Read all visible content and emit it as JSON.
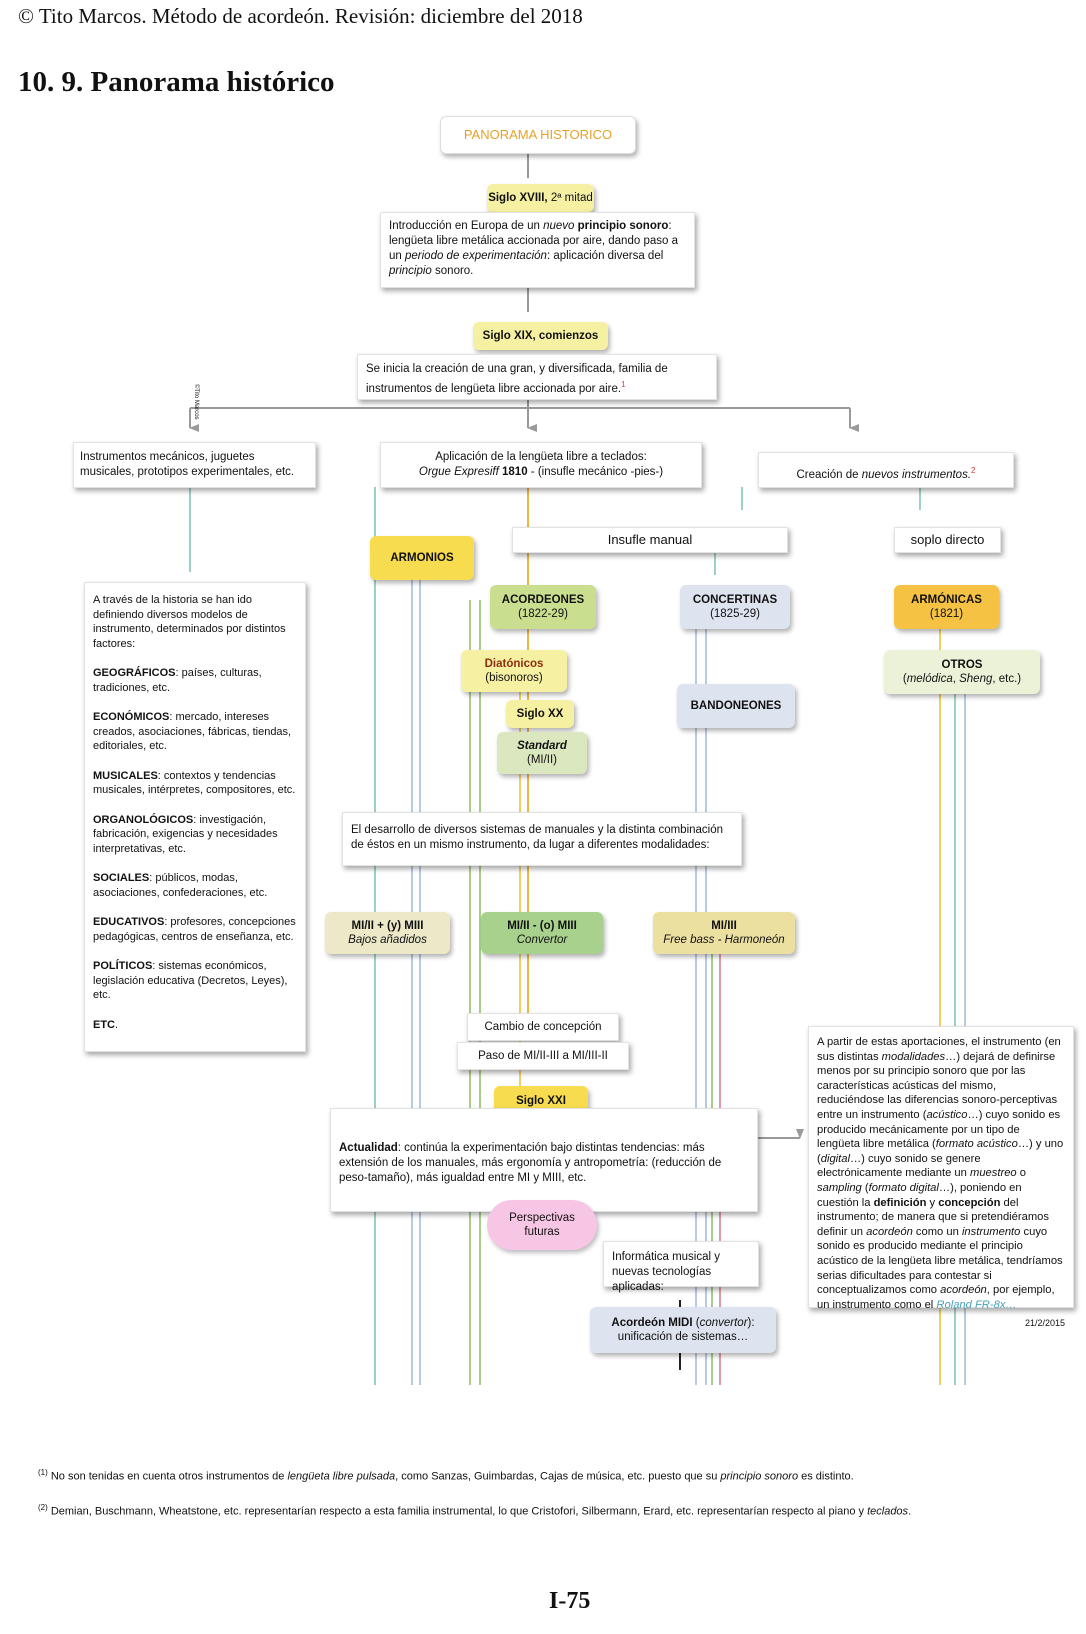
{
  "header": "© Tito Marcos. Método de acordeón. Revisión: diciembre del 2018",
  "title": "10. 9. Panorama histórico",
  "diagram": {
    "root": "PANORAMA HISTORICO",
    "s18": {
      "label_bold": "Siglo XVIII,",
      "label_rest": " 2ª mitad"
    },
    "intro": {
      "t1": "Introducción en Europa de un ",
      "t2": "nuevo",
      "t3": " ",
      "t4": "principio sonoro",
      "t5": ": lengüeta libre metálica accionada por aire, dando paso a un ",
      "t6": "periodo de experimentación",
      "t7": ": aplicación diversa del ",
      "t8": "principio",
      "t9": " sonoro."
    },
    "s19": "Siglo XIX, comienzos",
    "s19text": {
      "text": "Se inicia la creación de una gran, y diversificada, familia de instrumentos de lengüeta libre accionada por aire.",
      "note": "1"
    },
    "mecanicos": "Instrumentos mecánicos, juguetes musicales, prototipos experimentales, etc.",
    "teclados": {
      "line1": "Aplicación de la lengüeta libre a teclados:",
      "orgue": "Orgue Expresiff",
      "year": " 1810",
      "rest": " - (insufle mecánico -pies-)"
    },
    "nuevos": {
      "t1": "Creación de ",
      "t2": "nuevos instrumentos.",
      "note": "2"
    },
    "armonios": "ARMONIOS",
    "insufle": "Insufle manual",
    "soplo": "soplo directo",
    "acordeones": {
      "name": "ACORDEONES",
      "year": "(1822-29)"
    },
    "concertinas": {
      "name": "CONCERTINAS",
      "year": "(1825-29)"
    },
    "armonicas": {
      "name": "ARMÓNICAS",
      "year": "(1821)"
    },
    "diatonicos": {
      "name": "Diatónicos",
      "sub": "(bisonoros)"
    },
    "otros": {
      "name": "OTROS",
      "p1": "(",
      "p2": "melódica",
      "p3": ", ",
      "p4": "Sheng",
      "p5": ", etc.)"
    },
    "bandoneones": "BANDONEONES",
    "sigloxx": "Siglo XX",
    "standard": {
      "name": "Standard",
      "sub": "(MI/II)"
    },
    "factores": {
      "intro": "A través de la historia se han ido definiendo diversos modelos de instrumento, determinados por distintos factores:",
      "items": [
        {
          "k": "GEOGRÁFICOS",
          "v": ": países, culturas, tradiciones, etc."
        },
        {
          "k": "ECONÓMICOS",
          "v": ": mercado, intereses creados, asociaciones, fábricas, tiendas, editoriales, etc."
        },
        {
          "k": "MUSICALES",
          "v": ": contextos y tendencias musicales, intérpretes, compositores, etc."
        },
        {
          "k": "ORGANOLÓGICOS",
          "v": ": investigación, fabricación, exigencias y necesidades interpretativas, etc."
        },
        {
          "k": "SOCIALES",
          "v": ": públicos, modas, asociaciones, confederaciones, etc."
        },
        {
          "k": "EDUCATIVOS",
          "v": ": profesores, concepciones pedagógicas, centros de enseñanza, etc."
        },
        {
          "k": "POLÍTICOS",
          "v": ": sistemas económicos, legislación educativa (Decretos, Leyes), etc."
        },
        {
          "k": "ETC",
          "v": "."
        }
      ]
    },
    "desarrollo": "El desarrollo de diversos sistemas de manuales y la distinta combinación de éstos en un mismo instrumento, da lugar a diferentes modalidades:",
    "mod1": {
      "name": "MI/II + (y) MIII",
      "sub": "Bajos añadidos"
    },
    "mod2": {
      "name": "MI/II - (o) MIII",
      "sub": "Convertor"
    },
    "mod3": {
      "name": "MI/III",
      "sub": "Free bass - Harmoneón"
    },
    "cambio": "Cambio de concepción",
    "paso": "Paso de MI/II-III a MI/III-II",
    "s21": "Siglo XXI",
    "actualidad": {
      "k": "Actualidad",
      "v": ": continúa la experimentación bajo distintas tendencias: más extensión de los manuales, más ergonomía y antropometría: (reducción de peso-tamaño), más igualdad entre MI y MIII, etc."
    },
    "perspectivas": "Perspectivas futuras",
    "informatica": "Informática musical y nuevas tecnologías aplicadas:",
    "midi": {
      "name": "Acordeón MIDI",
      "p1": " (",
      "p2": "convertor",
      "p3": "):",
      "line2": "unificación de sistemas…"
    },
    "partir": {
      "a": "A partir de estas aportaciones, el instrumento (en sus distintas ",
      "b": "modalidades",
      "c": "…) dejará de definirse menos por su principio sonoro que por las características acústicas del mismo, reduciéndose las diferencias sonoro-perceptivas entre un instrumento (",
      "d": "acústico",
      "e": "…) cuyo sonido es producido mecánicamente por un tipo de lengüeta libre metálica (",
      "f": "formato acústico",
      "g": "…) y uno (",
      "h": "digital",
      "i": "…) cuyo sonido se genere electrónicamente mediante un ",
      "j": "muestreo",
      "k": " o ",
      "l": "sampling",
      "m": " (",
      "n": "formato digital",
      "o": "…), poniendo en cuestión la ",
      "p": "definición",
      "q": " y ",
      "r": "concepción",
      "s": " del instrumento; de manera que si pretendiéramos definir un ",
      "t": "acordeón",
      "u": " como un ",
      "v": "instrumento",
      "w": " cuyo sonido es producido mediante el principio acústico de la lengüeta libre metálica, tendríamos serias dificultades para contestar si conceptualizamos como ",
      "x": "acordeón",
      "y": ", por ejemplo, un instrumento como el ",
      "z": "Roland FR-8x…",
      "date": "21/2/2015"
    },
    "credit": "©Tito Marcos",
    "colors": {
      "yellow": "#f7dc4f",
      "green": "#c9df8f",
      "lightblue": "#dde4ef",
      "orange": "#f5c243",
      "cream": "#f6f0a2",
      "pink": "#f7c6e4",
      "beige": "#ece8c8"
    }
  },
  "footnotes": [
    {
      "n": "(1)",
      "a": " No son tenidas en cuenta otros instrumentos de ",
      "b": "lengüeta libre pulsada",
      "c": ", como Sanzas, Guimbardas, Cajas de música, etc. puesto que su ",
      "d": "principio sonoro",
      "e": " es distinto."
    },
    {
      "n": "(2)",
      "a": " Demian, Buschmann, Wheatstone, etc. representarían respecto a esta familia instrumental, lo que Cristofori, Silbermann, Erard, etc. representarían respecto al piano y ",
      "b": "teclados",
      "c": "."
    }
  ],
  "page_number": "I-75"
}
